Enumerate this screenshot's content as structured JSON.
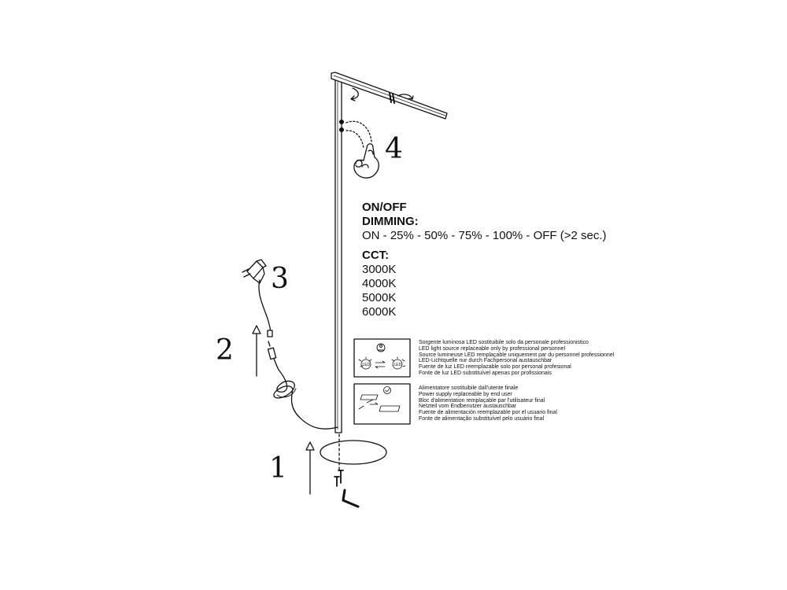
{
  "steps": [
    "1",
    "2",
    "3",
    "4"
  ],
  "controls": {
    "onoff": "ON/OFF",
    "dimming_label": "DIMMING:",
    "dimming_sequence": "ON - 25% - 50% - 75% - 100% - OFF (>2 sec.)",
    "cct_label": "CCT:",
    "cct_values": [
      "3000K",
      "4000K",
      "5000K",
      "6000K"
    ]
  },
  "notices": {
    "led_source": [
      "Sorgente luminosa LED sostituibile solo da personale professionistico",
      "LED light source replaceable only by professional personnel",
      "Source lumineuse LED remplaçable uniquement par du personnel professionnel",
      "LED-Lichtquelle nur durch Fachpersonal austauschbar",
      "Fuente de luz LED reemplazable solo por personal profesional",
      "Fonte de luz LED substituível apenas por profissionais"
    ],
    "power_supply": [
      "Alimentatore sostituibile dall'utente finale",
      "Power supply replaceable by end user",
      "Bloc d'alimentation remplaçable par l'utilisateur final",
      "Netzteil vom Endbenutzer austauschbar",
      "Fuente de alimentación reemplazable por el usuario final",
      "Fonte de alimentação substituível pelo usuário final"
    ],
    "icon_labels": [
      "LED",
      "LED"
    ]
  }
}
